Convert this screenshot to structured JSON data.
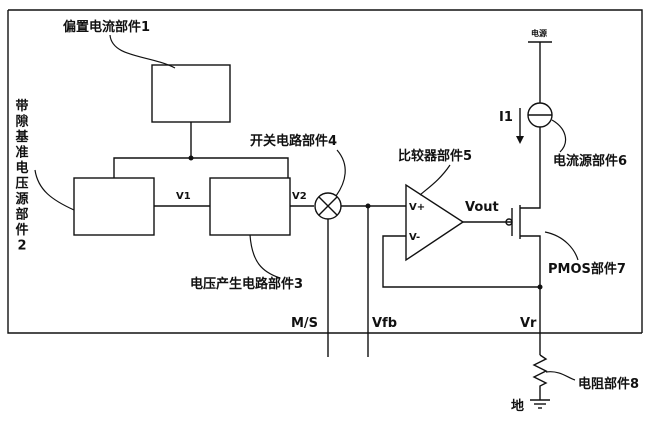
{
  "labels": {
    "bias_current": "偏置电流部件1",
    "bandgap_reference": "带隙基准电压源部件2",
    "voltage_generation": "电压产生电路部件3",
    "switch_circuit": "开关电路部件4",
    "comparator": "比较器部件5",
    "current_source": "电流源部件6",
    "pmos": "PMOS部件7",
    "resistor": "电阻部件8",
    "power": "电源",
    "ground": "地",
    "v1": "V1",
    "v2": "V2",
    "v_plus": "V+",
    "v_minus": "V-",
    "vout": "Vout",
    "i1": "I1",
    "ms": "M/S",
    "vfb": "Vfb",
    "vr": "Vr"
  }
}
